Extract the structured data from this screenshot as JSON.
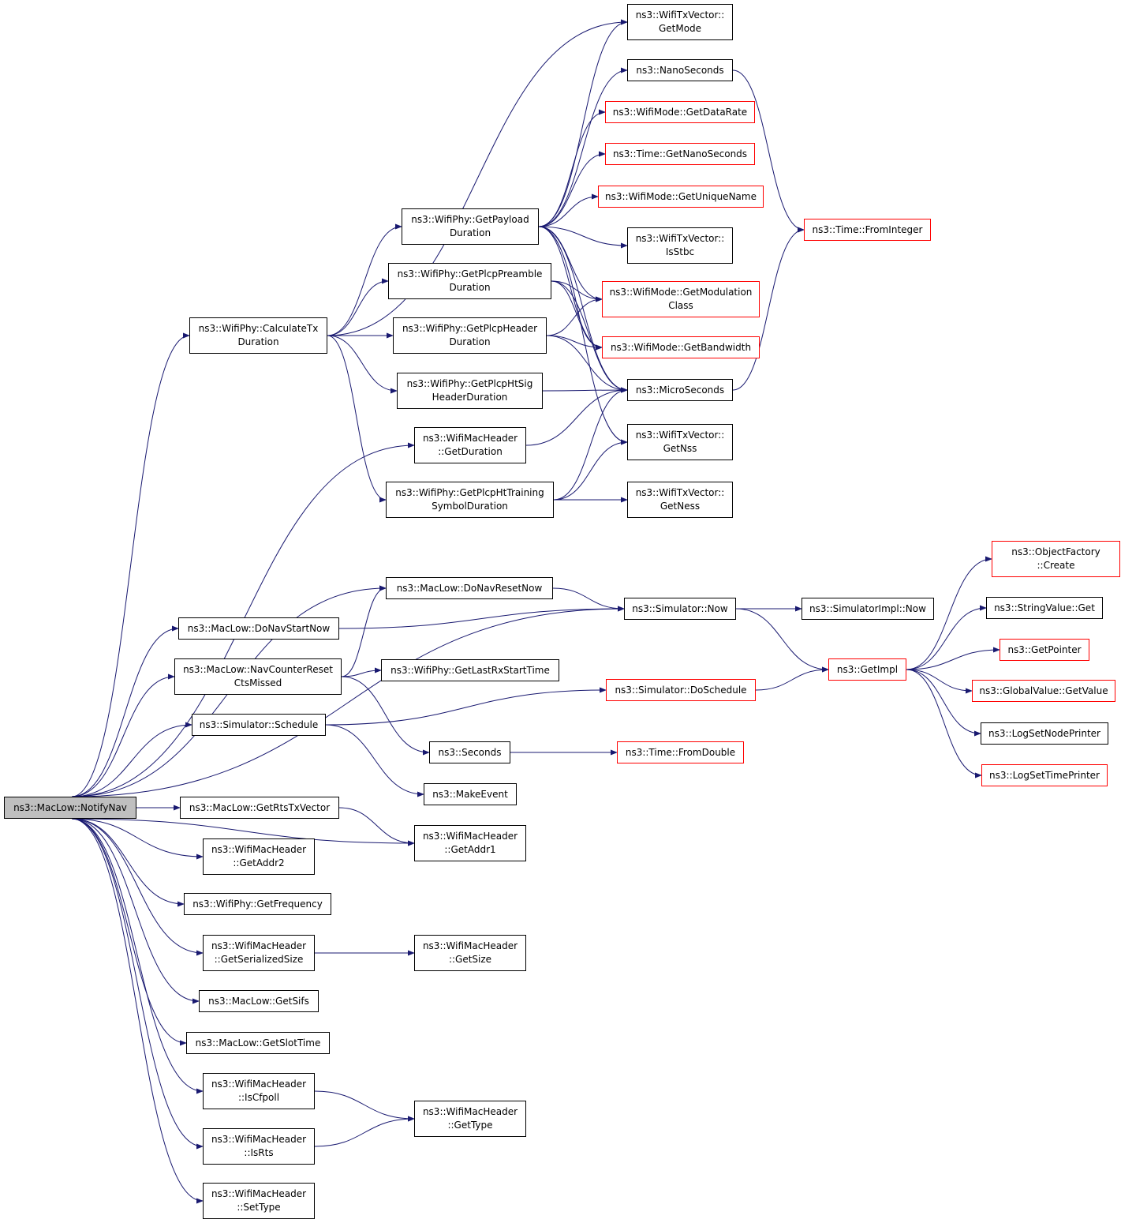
{
  "colors": {
    "edge": "#191970",
    "border": "#000000",
    "truncated_border": "#ff0000",
    "root_fill": "#bfbfbf",
    "background": "#ffffff"
  },
  "nodes": [
    {
      "id": "notifynav",
      "lines": [
        "ns3::MacLow::NotifyNav"
      ],
      "style": "root"
    },
    {
      "id": "calctx",
      "lines": [
        "ns3::WifiPhy::CalculateTx",
        "Duration"
      ],
      "style": "normal"
    },
    {
      "id": "getmode",
      "lines": [
        "ns3::WifiTxVector::",
        "GetMode"
      ],
      "style": "normal"
    },
    {
      "id": "nanosec",
      "lines": [
        "ns3::NanoSeconds"
      ],
      "style": "normal"
    },
    {
      "id": "getdatarate",
      "lines": [
        "ns3::WifiMode::GetDataRate"
      ],
      "style": "truncated"
    },
    {
      "id": "getnanosec",
      "lines": [
        "ns3::Time::GetNanoSeconds"
      ],
      "style": "truncated"
    },
    {
      "id": "getuniquename",
      "lines": [
        "ns3::WifiMode::GetUniqueName"
      ],
      "style": "truncated"
    },
    {
      "id": "payload",
      "lines": [
        "ns3::WifiPhy::GetPayload",
        "Duration"
      ],
      "style": "normal"
    },
    {
      "id": "isstbc",
      "lines": [
        "ns3::WifiTxVector::",
        "IsStbc"
      ],
      "style": "normal"
    },
    {
      "id": "fromint",
      "lines": [
        "ns3::Time::FromInteger"
      ],
      "style": "truncated"
    },
    {
      "id": "preamble",
      "lines": [
        "ns3::WifiPhy::GetPlcpPreamble",
        "Duration"
      ],
      "style": "normal"
    },
    {
      "id": "modclass",
      "lines": [
        "ns3::WifiMode::GetModulation",
        "Class"
      ],
      "style": "truncated"
    },
    {
      "id": "plcpheader",
      "lines": [
        "ns3::WifiPhy::GetPlcpHeader",
        "Duration"
      ],
      "style": "normal"
    },
    {
      "id": "bandwidth",
      "lines": [
        "ns3::WifiMode::GetBandwidth"
      ],
      "style": "truncated"
    },
    {
      "id": "htsig",
      "lines": [
        "ns3::WifiPhy::GetPlcpHtSig",
        "HeaderDuration"
      ],
      "style": "normal"
    },
    {
      "id": "microsec",
      "lines": [
        "ns3::MicroSeconds"
      ],
      "style": "normal"
    },
    {
      "id": "macdur",
      "lines": [
        "ns3::WifiMacHeader",
        "::GetDuration"
      ],
      "style": "normal"
    },
    {
      "id": "getnss",
      "lines": [
        "ns3::WifiTxVector::",
        "GetNss"
      ],
      "style": "normal"
    },
    {
      "id": "httrain",
      "lines": [
        "ns3::WifiPhy::GetPlcpHtTraining",
        "SymbolDuration"
      ],
      "style": "normal"
    },
    {
      "id": "getness",
      "lines": [
        "ns3::WifiTxVector::",
        "GetNess"
      ],
      "style": "normal"
    },
    {
      "id": "navreset",
      "lines": [
        "ns3::MacLow::DoNavResetNow"
      ],
      "style": "normal"
    },
    {
      "id": "simnow",
      "lines": [
        "ns3::Simulator::Now"
      ],
      "style": "normal"
    },
    {
      "id": "implnow",
      "lines": [
        "ns3::SimulatorImpl::Now"
      ],
      "style": "normal"
    },
    {
      "id": "objfactory",
      "lines": [
        "ns3::ObjectFactory",
        "::Create"
      ],
      "style": "truncated"
    },
    {
      "id": "stringget",
      "lines": [
        "ns3::StringValue::Get"
      ],
      "style": "normal"
    },
    {
      "id": "navstart",
      "lines": [
        "ns3::MacLow::DoNavStartNow"
      ],
      "style": "normal"
    },
    {
      "id": "getpointer",
      "lines": [
        "ns3::GetPointer"
      ],
      "style": "truncated"
    },
    {
      "id": "navcts",
      "lines": [
        "ns3::MacLow::NavCounterReset",
        "CtsMissed"
      ],
      "style": "normal"
    },
    {
      "id": "lastrx",
      "lines": [
        "ns3::WifiPhy::GetLastRxStartTime"
      ],
      "style": "normal"
    },
    {
      "id": "getimpl",
      "lines": [
        "ns3::GetImpl"
      ],
      "style": "truncated"
    },
    {
      "id": "doschedule",
      "lines": [
        "ns3::Simulator::DoSchedule"
      ],
      "style": "truncated"
    },
    {
      "id": "globalget",
      "lines": [
        "ns3::GlobalValue::GetValue"
      ],
      "style": "truncated"
    },
    {
      "id": "schedule",
      "lines": [
        "ns3::Simulator::Schedule"
      ],
      "style": "normal"
    },
    {
      "id": "lognode",
      "lines": [
        "ns3::LogSetNodePrinter"
      ],
      "style": "normal"
    },
    {
      "id": "seconds",
      "lines": [
        "ns3::Seconds"
      ],
      "style": "normal"
    },
    {
      "id": "fromdouble",
      "lines": [
        "ns3::Time::FromDouble"
      ],
      "style": "truncated"
    },
    {
      "id": "logtime",
      "lines": [
        "ns3::LogSetTimePrinter"
      ],
      "style": "truncated"
    },
    {
      "id": "makeevent",
      "lines": [
        "ns3::MakeEvent"
      ],
      "style": "normal"
    },
    {
      "id": "rtstx",
      "lines": [
        "ns3::MacLow::GetRtsTxVector"
      ],
      "style": "normal"
    },
    {
      "id": "addr1",
      "lines": [
        "ns3::WifiMacHeader",
        "::GetAddr1"
      ],
      "style": "normal"
    },
    {
      "id": "addr2",
      "lines": [
        "ns3::WifiMacHeader",
        "::GetAddr2"
      ],
      "style": "normal"
    },
    {
      "id": "freq",
      "lines": [
        "ns3::WifiPhy::GetFrequency"
      ],
      "style": "normal"
    },
    {
      "id": "sersize",
      "lines": [
        "ns3::WifiMacHeader",
        "::GetSerializedSize"
      ],
      "style": "normal"
    },
    {
      "id": "getsize",
      "lines": [
        "ns3::WifiMacHeader",
        "::GetSize"
      ],
      "style": "normal"
    },
    {
      "id": "sifs",
      "lines": [
        "ns3::MacLow::GetSifs"
      ],
      "style": "normal"
    },
    {
      "id": "slot",
      "lines": [
        "ns3::MacLow::GetSlotTime"
      ],
      "style": "normal"
    },
    {
      "id": "iscfpoll",
      "lines": [
        "ns3::WifiMacHeader",
        "::IsCfpoll"
      ],
      "style": "normal"
    },
    {
      "id": "gettype",
      "lines": [
        "ns3::WifiMacHeader",
        "::GetType"
      ],
      "style": "normal"
    },
    {
      "id": "isrts",
      "lines": [
        "ns3::WifiMacHeader",
        "::IsRts"
      ],
      "style": "normal"
    },
    {
      "id": "settype",
      "lines": [
        "ns3::WifiMacHeader",
        "::SetType"
      ],
      "style": "normal"
    }
  ],
  "edges": [
    [
      "notifynav",
      "calctx"
    ],
    [
      "notifynav",
      "macdur"
    ],
    [
      "notifynav",
      "navreset"
    ],
    [
      "notifynav",
      "simnow"
    ],
    [
      "notifynav",
      "navstart"
    ],
    [
      "notifynav",
      "navcts"
    ],
    [
      "notifynav",
      "schedule"
    ],
    [
      "notifynav",
      "rtstx"
    ],
    [
      "notifynav",
      "addr1"
    ],
    [
      "notifynav",
      "addr2"
    ],
    [
      "notifynav",
      "freq"
    ],
    [
      "notifynav",
      "sersize"
    ],
    [
      "notifynav",
      "sifs"
    ],
    [
      "notifynav",
      "slot"
    ],
    [
      "notifynav",
      "iscfpoll"
    ],
    [
      "notifynav",
      "isrts"
    ],
    [
      "notifynav",
      "settype"
    ],
    [
      "calctx",
      "getmode"
    ],
    [
      "calctx",
      "payload"
    ],
    [
      "calctx",
      "preamble"
    ],
    [
      "calctx",
      "plcpheader"
    ],
    [
      "calctx",
      "htsig"
    ],
    [
      "calctx",
      "httrain"
    ],
    [
      "payload",
      "getmode"
    ],
    [
      "payload",
      "nanosec"
    ],
    [
      "payload",
      "getdatarate"
    ],
    [
      "payload",
      "getnanosec"
    ],
    [
      "payload",
      "getuniquename"
    ],
    [
      "payload",
      "isstbc"
    ],
    [
      "payload",
      "modclass"
    ],
    [
      "payload",
      "bandwidth"
    ],
    [
      "payload",
      "microsec"
    ],
    [
      "payload",
      "getnss"
    ],
    [
      "nanosec",
      "fromint"
    ],
    [
      "microsec",
      "fromint"
    ],
    [
      "preamble",
      "modclass"
    ],
    [
      "preamble",
      "bandwidth"
    ],
    [
      "preamble",
      "microsec"
    ],
    [
      "plcpheader",
      "modclass"
    ],
    [
      "plcpheader",
      "bandwidth"
    ],
    [
      "plcpheader",
      "microsec"
    ],
    [
      "htsig",
      "microsec"
    ],
    [
      "macdur",
      "microsec"
    ],
    [
      "httrain",
      "microsec"
    ],
    [
      "httrain",
      "getnss"
    ],
    [
      "httrain",
      "getness"
    ],
    [
      "navreset",
      "simnow"
    ],
    [
      "navstart",
      "simnow"
    ],
    [
      "simnow",
      "implnow"
    ],
    [
      "simnow",
      "getimpl"
    ],
    [
      "navcts",
      "navreset"
    ],
    [
      "navcts",
      "lastrx"
    ],
    [
      "navcts",
      "seconds"
    ],
    [
      "schedule",
      "doschedule"
    ],
    [
      "schedule",
      "makeevent"
    ],
    [
      "doschedule",
      "getimpl"
    ],
    [
      "seconds",
      "fromdouble"
    ],
    [
      "getimpl",
      "objfactory"
    ],
    [
      "getimpl",
      "stringget"
    ],
    [
      "getimpl",
      "getpointer"
    ],
    [
      "getimpl",
      "globalget"
    ],
    [
      "getimpl",
      "lognode"
    ],
    [
      "getimpl",
      "logtime"
    ],
    [
      "rtstx",
      "addr1"
    ],
    [
      "sersize",
      "getsize"
    ],
    [
      "iscfpoll",
      "gettype"
    ],
    [
      "isrts",
      "gettype"
    ]
  ]
}
